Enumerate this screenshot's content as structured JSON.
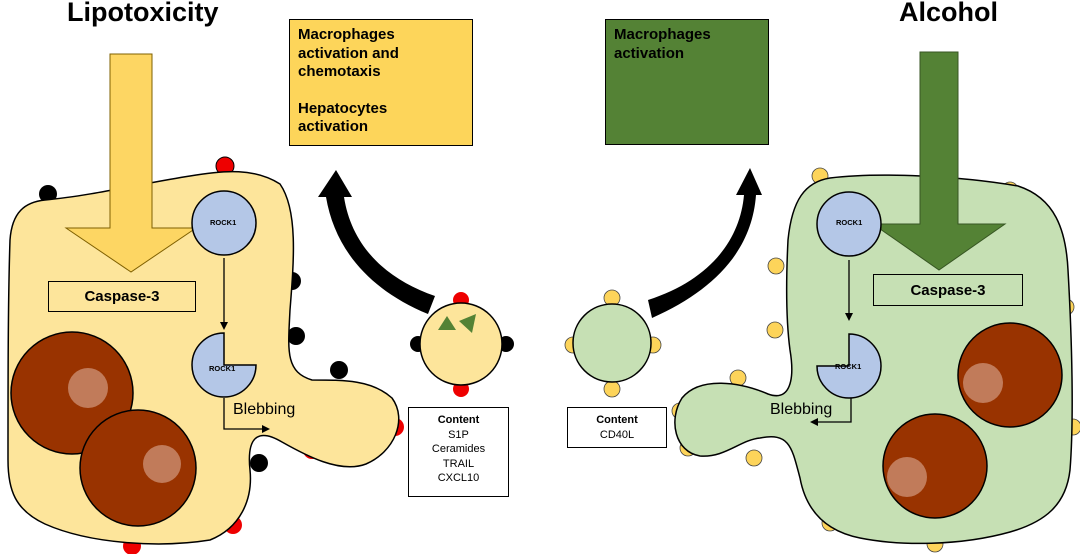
{
  "left": {
    "title": "Lipotoxicity",
    "outcome_lines": [
      "Macrophages",
      "activation and",
      "chemotaxis",
      "",
      "Hepatocytes",
      "activation"
    ],
    "caspase": "Caspase-3",
    "rock_intact": "ROCK1",
    "rock_cleaved": "ROCK1",
    "blebbing": "Blebbing",
    "content_header": "Content",
    "content_items": [
      "S1P",
      "Ceramides",
      "TRAIL",
      "CXCL10"
    ]
  },
  "right": {
    "title": "Alcohol",
    "outcome_lines": [
      "Macrophages",
      "activation"
    ],
    "caspase": "Caspase-3",
    "rock_intact": "ROCK1",
    "rock_cleaved": "ROCK1",
    "blebbing": "Blebbing",
    "content_header": "Content",
    "content_items": [
      "CD40L"
    ]
  },
  "colors": {
    "lipo_cell": "#fde59b",
    "lipo_box": "#fdd55a",
    "lipo_arrow": "#fdd663",
    "alcohol_cell": "#c6e0b4",
    "alcohol_box": "#548235",
    "rock": "#b4c7e7",
    "nucleus": "#993300",
    "red_dot": "#ee0000",
    "yellow_dot": "#fdd45a",
    "triangle": "#548235"
  }
}
